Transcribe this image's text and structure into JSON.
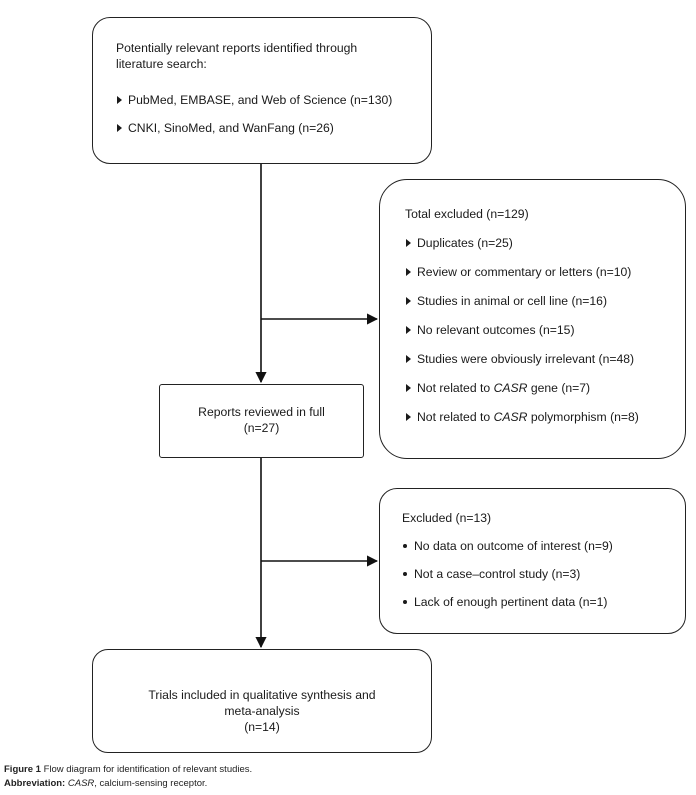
{
  "search_box": {
    "heading": "Potentially relevant reports identified through literature search:",
    "items": [
      "PubMed, EMBASE, and Web of Science (n=130)",
      "CNKI, SinoMed, and WanFang (n=26)"
    ]
  },
  "excluded_box_1": {
    "heading": "Total excluded (n=129)",
    "items": [
      {
        "pre": "Duplicates (n=25)",
        "gene": "",
        "post": ""
      },
      {
        "pre": "Review or commentary or letters (n=10)",
        "gene": "",
        "post": ""
      },
      {
        "pre": "Studies in animal or cell line (n=16)",
        "gene": "",
        "post": ""
      },
      {
        "pre": "No relevant outcomes (n=15)",
        "gene": "",
        "post": ""
      },
      {
        "pre": "Studies were obviously irrelevant (n=48)",
        "gene": "",
        "post": ""
      },
      {
        "pre": "Not related to ",
        "gene": "CASR",
        "post": " gene (n=7)"
      },
      {
        "pre": "Not related to ",
        "gene": "CASR",
        "post": " polymorphism (n=8)"
      }
    ]
  },
  "reviewed_box": {
    "line1": "Reports reviewed in full",
    "line2": "(n=27)"
  },
  "excluded_box_2": {
    "heading": "Excluded (n=13)",
    "items": [
      "No data on outcome of interest (n=9)",
      "Not a case–control study (n=3)",
      "Lack of enough pertinent data (n=1)"
    ]
  },
  "included_box": {
    "line1": "Trials included in qualitative synthesis and",
    "line2": "meta-analysis",
    "line3": "(n=14)"
  },
  "caption": {
    "figure_label": "Figure 1",
    "figure_text": " Flow diagram for identification of relevant studies.",
    "abbrev_label": "Abbreviation:",
    "abbrev_term": "CASR",
    "abbrev_text": ", calcium-sensing receptor."
  }
}
